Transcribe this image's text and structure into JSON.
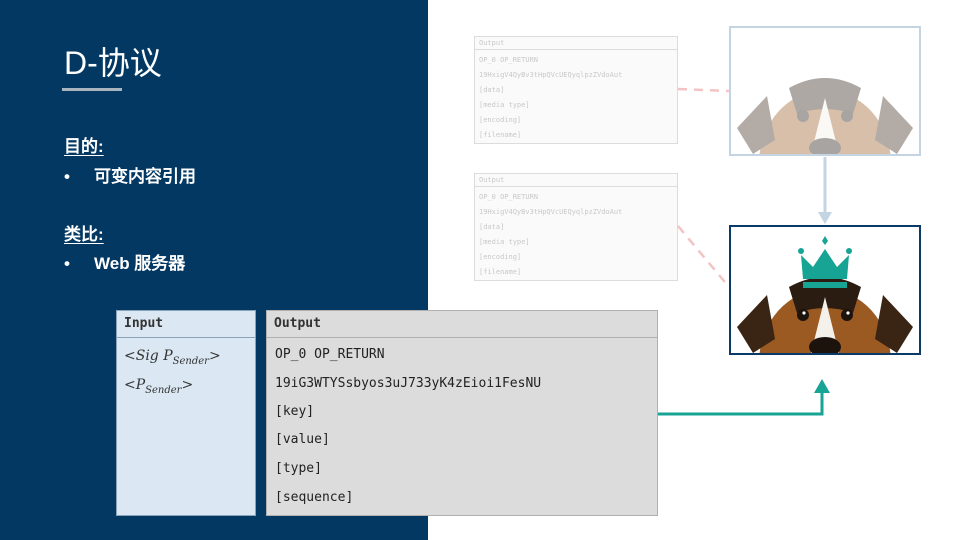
{
  "slide": {
    "title": "D-协议",
    "purpose_heading": "目的:",
    "purpose_bullet": "可变内容引用",
    "analogy_heading": "类比:",
    "analogy_bullet": "Web 服务器",
    "bullet_char": "•"
  },
  "ghost_tx": {
    "header": "Output",
    "lines": [
      "OP_0 OP_RETURN",
      "19HxigV4QyBv3tHpQVcUEQyqlpzZVdoAut",
      "[data]",
      "[media type]",
      "[encoding]",
      "[filename]"
    ]
  },
  "input_table": {
    "header": "Input",
    "rows": [
      {
        "open": "<",
        "name": "Sig P",
        "sub": "Sender",
        "close": ">"
      },
      {
        "open": "<",
        "name": "P",
        "sub": "Sender",
        "close": ">"
      }
    ]
  },
  "output_table": {
    "header": "Output",
    "lines": [
      "OP_0 OP_RETURN",
      "19iG3WTYSsbyos3uJ733yK4zEioi1FesNU",
      "[key]",
      "[value]",
      "[type]",
      "[sequence]"
    ]
  },
  "colors": {
    "panel": "#033863",
    "accent_teal": "#17a495",
    "dashed_link": "#f3c4c4",
    "vertical_arrow": "#c4d4e3"
  },
  "icons": {
    "crown": "crown-icon",
    "dog": "dog-photo"
  }
}
